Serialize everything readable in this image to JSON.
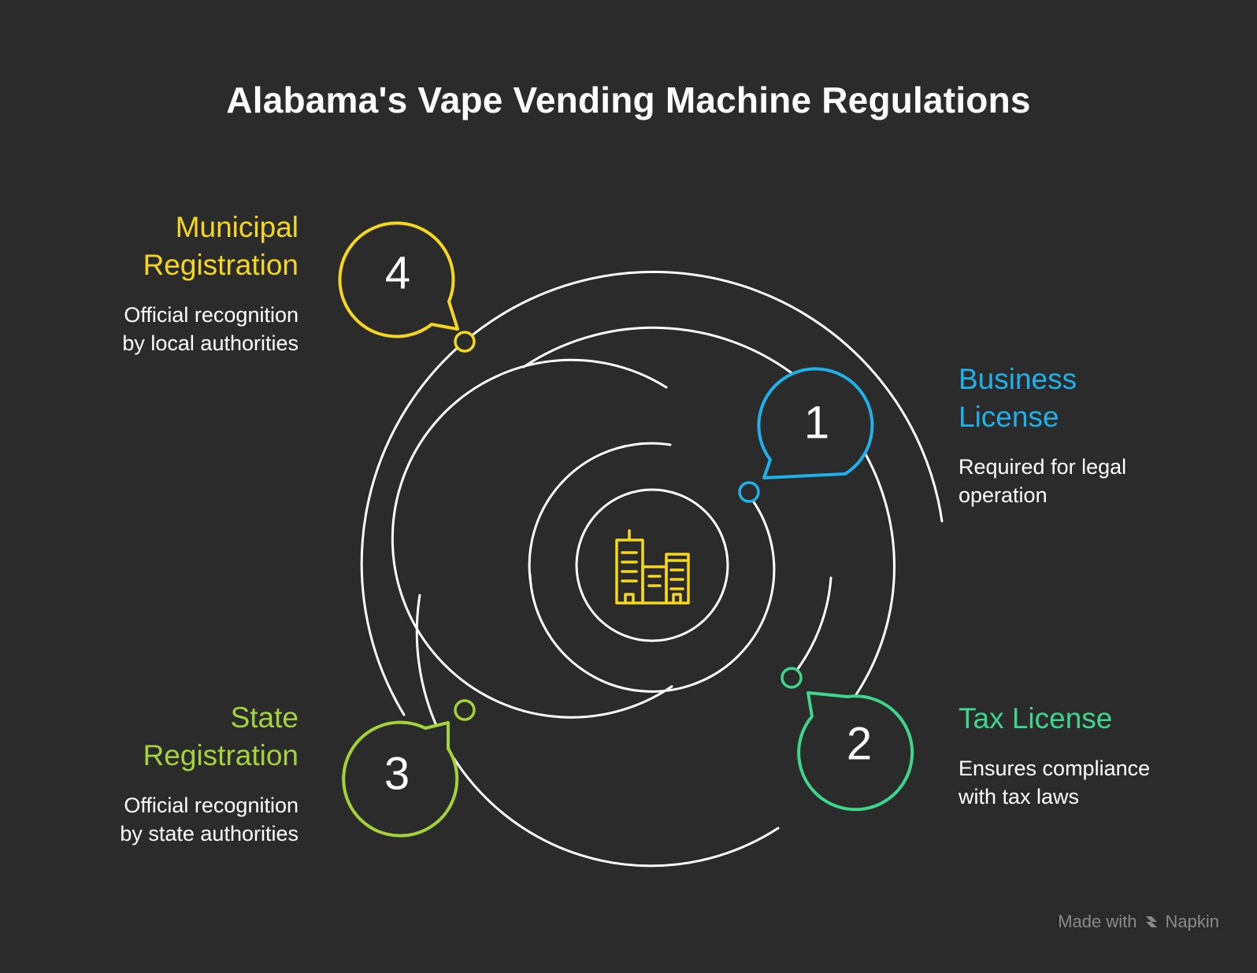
{
  "title": "Alabama's Vape Vending Machine Regulations",
  "center_icon": "office-buildings-icon",
  "steps": [
    {
      "number": "1",
      "label": "Business\nLicense",
      "description": "Required for legal\noperation",
      "color": "#1fb1ea"
    },
    {
      "number": "2",
      "label": "Tax License",
      "description": "Ensures compliance\nwith tax laws",
      "color": "#3ed68c"
    },
    {
      "number": "3",
      "label": "State\nRegistration",
      "description": "Official recognition\nby state authorities",
      "color": "#a4d23a"
    },
    {
      "number": "4",
      "label": "Municipal\nRegistration",
      "description": "Official recognition\nby local authorities",
      "color": "#f5d81e"
    }
  ],
  "footer": {
    "made_with": "Made with",
    "brand": "Napkin",
    "brand_icon": "napkin-logo-icon"
  }
}
